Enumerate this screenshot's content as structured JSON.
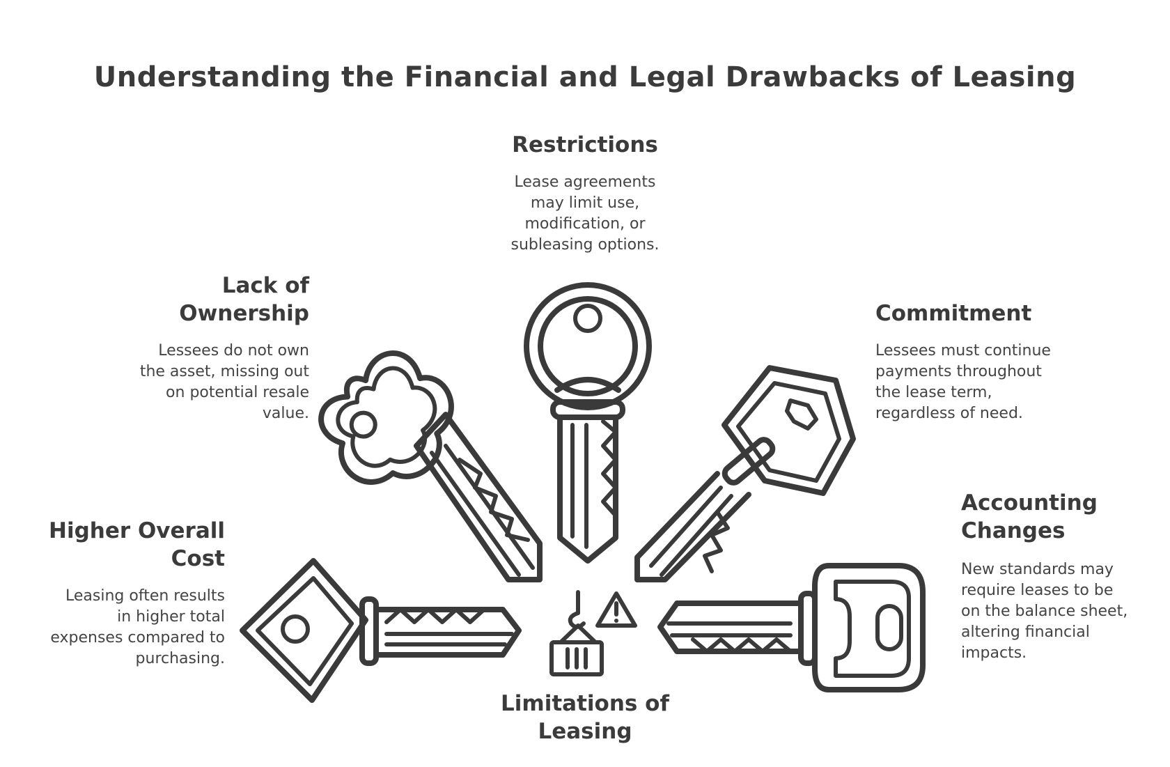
{
  "title": "Understanding the Financial and Legal Drawbacks of Leasing",
  "center": {
    "label_line1": "Limitations of",
    "label_line2": "Leasing",
    "icons": [
      "crane-hook-icon",
      "warning-icon",
      "container-icon"
    ]
  },
  "items": {
    "restrictions": {
      "heading": "Restrictions",
      "lines": [
        "Lease agreements",
        "may limit use,",
        "modification, or",
        "subleasing options."
      ]
    },
    "ownership": {
      "heading_line1": "Lack of",
      "heading_line2": "Ownership",
      "lines": [
        "Lessees do not own",
        "the asset, missing out",
        "on potential resale",
        "value."
      ]
    },
    "commitment": {
      "heading": "Commitment",
      "lines": [
        "Lessees must continue",
        "payments throughout",
        "the lease term,",
        "regardless of need."
      ]
    },
    "cost": {
      "heading_line1": "Higher Overall",
      "heading_line2": "Cost",
      "lines": [
        "Leasing often results",
        "in higher total",
        "expenses compared to",
        "purchasing."
      ]
    },
    "accounting": {
      "heading_line1": "Accounting",
      "heading_line2": "Changes",
      "lines": [
        "New standards may",
        "require leases to be",
        "on the balance sheet,",
        "altering financial",
        "impacts."
      ]
    }
  },
  "colors": {
    "ink": "#3a3a3a",
    "background": "#ffffff"
  }
}
